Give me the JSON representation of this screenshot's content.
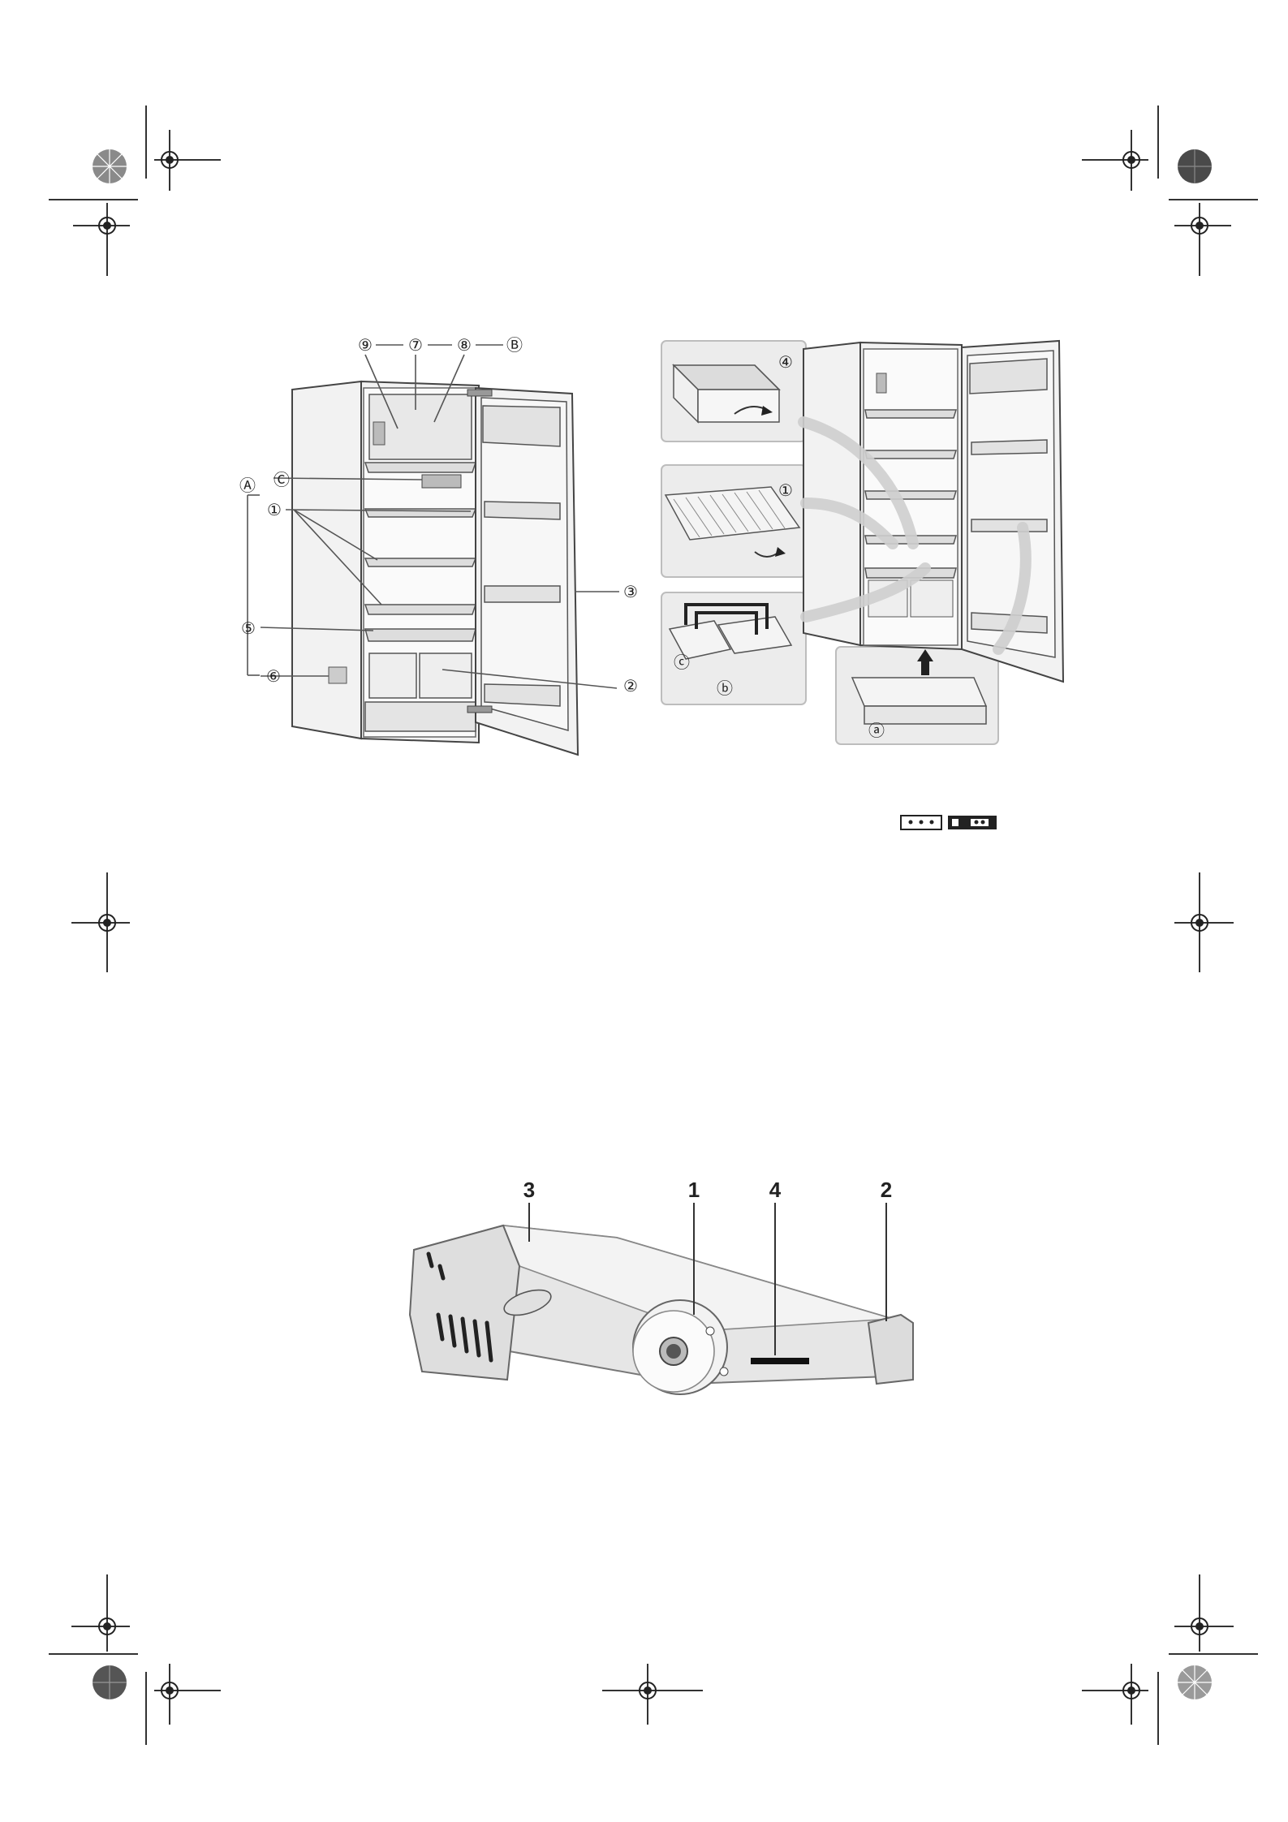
{
  "fig1": {
    "labels": {
      "n9": "⑨",
      "n7": "⑦",
      "n8": "⑧",
      "B": "Ⓑ",
      "A": "Ⓐ",
      "C": "Ⓒ",
      "n1": "①",
      "n5": "⑤",
      "n6": "⑥",
      "n3": "③",
      "n2": "②"
    }
  },
  "fig2": {
    "labels": {
      "n4": "④",
      "n1": "①",
      "c": "ⓒ",
      "b": "ⓑ",
      "a": "ⓐ"
    }
  },
  "fig3": {
    "labels": {
      "n3": "3",
      "n1": "1",
      "n4": "4",
      "n2": "2"
    }
  },
  "colors": {
    "ink": "#222222",
    "panel": "#ececec",
    "line": "#333333"
  },
  "marks": {
    "registration": "crosshair-target-icon",
    "color_wheel": "color-target-icon"
  }
}
